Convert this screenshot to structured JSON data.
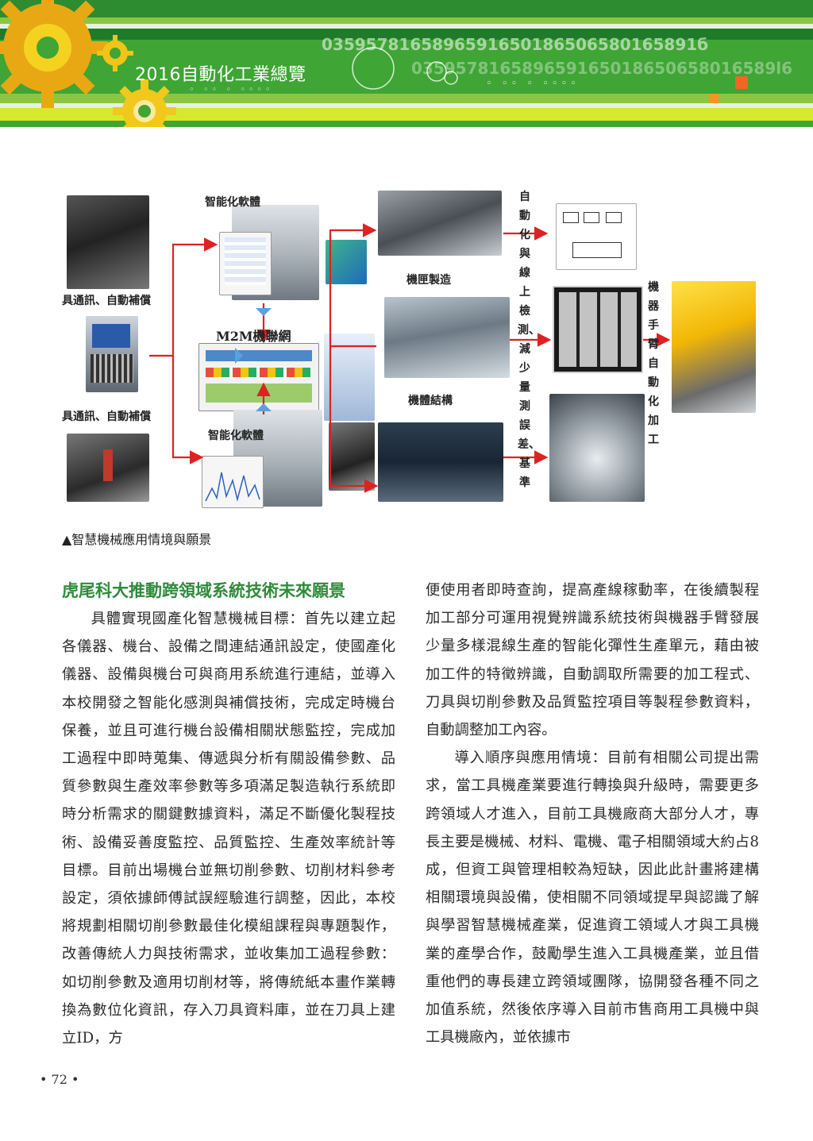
{
  "header": {
    "title": "2016自動化工業總覽",
    "number_strip_1": "0359578165896591650186506580165891б",
    "number_strip_2": "035957816589659165018650658016589l6"
  },
  "figure": {
    "labels": {
      "smart_software_top": "智能化軟體",
      "smart_software_bottom": "智能化軟體",
      "m2m_network": "M2M機聯網",
      "comm_comp_top": "具通訊、自動補償",
      "comm_comp_bottom": "具通訊、自動補償",
      "machine_box_making": "機匣製造",
      "machine_body_structure": "機體結構",
      "auto_inline_inspection": "自動化與線上檢測、減少量測誤差、基準",
      "robot_arm_auto_machining": "機器手臂自動化加工"
    },
    "caption": "▲智慧機械應用情境與願景"
  },
  "article": {
    "heading": "虎尾科大推動跨領域系統技術未來願景",
    "left_paragraph": "具體實現國產化智慧機械目標：首先以建立起各儀器、機台、設備之間連結通訊設定，使國產化儀器、設備與機台可與商用系統進行連結，並導入本校開發之智能化感測與補償技術，完成定時機台保養，並且可進行機台設備相關狀態監控，完成加工過程中即時蒐集、傳遞與分析有關設備參數、品質參數與生產效率參數等多項滿足製造執行系統即時分析需求的關鍵數據資料，滿足不斷優化製程技術、設備妥善度監控、品質監控、生產效率統計等目標。目前出場機台並無切削參數、切削材料參考設定，須依據師傅試誤經驗進行調整，因此，本校將規劃相關切削參數最佳化模組課程與專題製作，改善傳統人力與技術需求，並收集加工過程參數：如切削參數及適用切削材等，將傳統紙本畫作業轉換為數位化資訊，存入刀具資料庫，並在刀具上建立ID，方",
    "right_paragraph_1": "便使用者即時查詢，提高產線稼動率，在後續製程加工部分可運用視覺辨識系統技術與機器手臂發展少量多樣混線生產的智能化彈性生產單元，藉由被加工件的特徵辨識，自動調取所需要的加工程式、刀具與切削參數及品質監控項目等製程參數資料，自動調整加工內容。",
    "right_paragraph_2": "導入順序與應用情境：目前有相關公司提出需求，當工具機產業要進行轉換與升級時，需要更多跨領域人才進入，目前工具機廠商大部分人才，專長主要是機械、材料、電機、電子相關領域大約占8成，但資工與管理相較為短缺，因此此計畫將建構相關環境與設備，使相關不同領域提早與認識了解與學習智慧機械產業，促進資工領域人才與工具機業的產學合作，鼓勵學生進入工具機產業，並且借重他們的專長建立跨領域團隊，協開發各種不同之加值系統，然後依序導入目前市售商用工具機中與工具機廠內，並依據市"
  },
  "footer": {
    "page_number": "• 72 •"
  }
}
